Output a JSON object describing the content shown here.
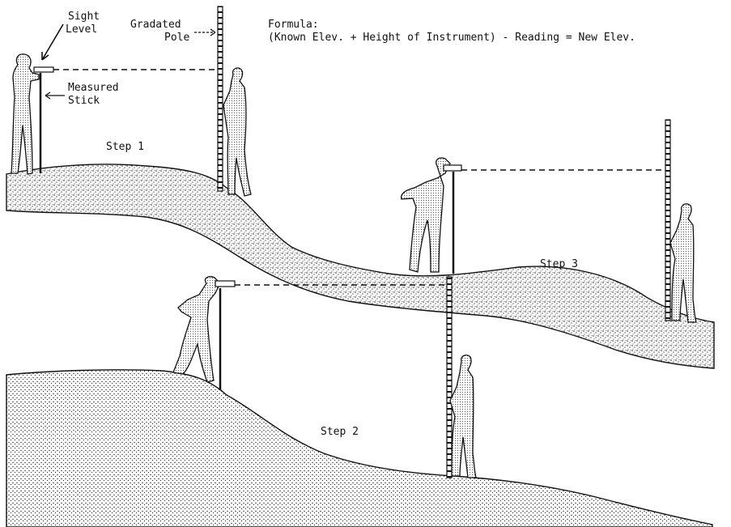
{
  "labels": {
    "sight_level_1": "Sight",
    "sight_level_2": "Level",
    "gradated_pole_1": "Gradated",
    "gradated_pole_2": "Pole",
    "measured_stick_1": "Measured",
    "measured_stick_2": "Stick",
    "formula_title": "Formula:",
    "formula_text": "(Known Elev. + Height of Instrument) - Reading = New Elev.",
    "step1": "Step 1",
    "step2": "Step 2",
    "step3": "Step 3"
  },
  "colors": {
    "ink": "#111111",
    "ground_fill": "#bdbdbd",
    "background": "#ffffff"
  }
}
